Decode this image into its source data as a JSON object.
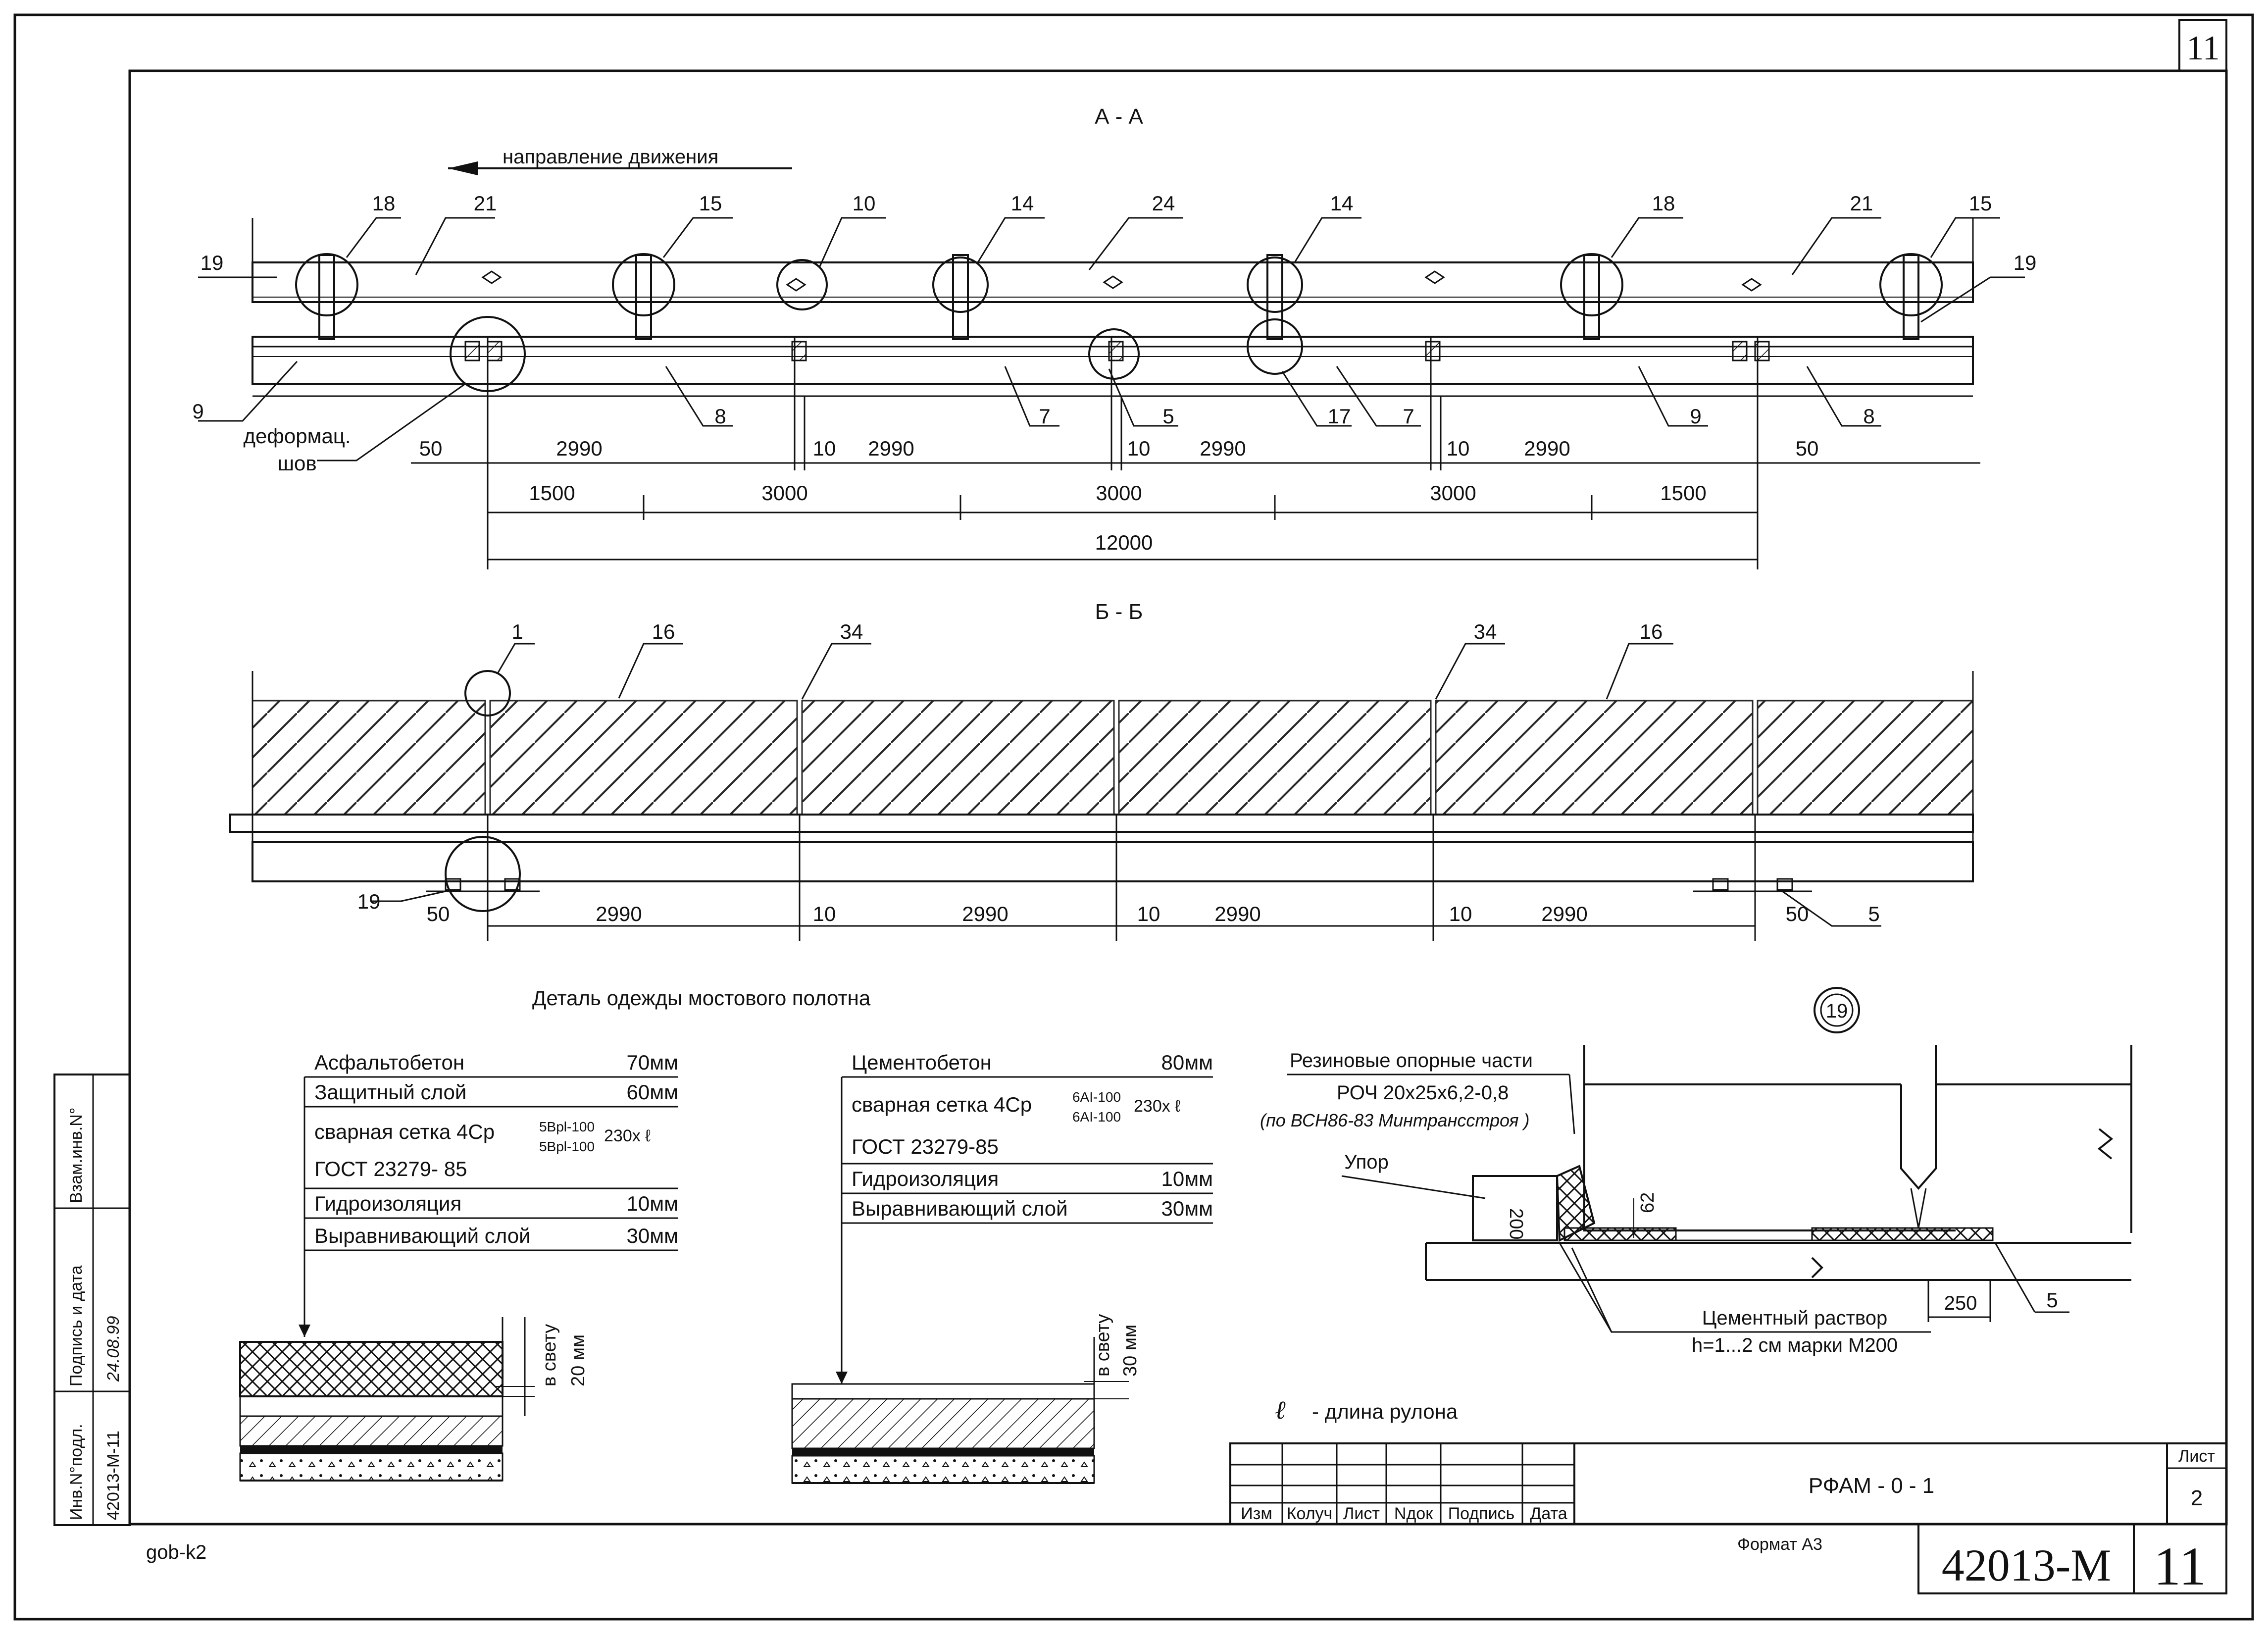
{
  "sheet_corner": "11",
  "sections": {
    "aa_title": "А - А",
    "bb_title": "Б - Б",
    "direction": "направление движения"
  },
  "aa_callouts": [
    "18",
    "21",
    "15",
    "10",
    "14",
    "24",
    "14",
    "18",
    "21",
    "15",
    "19",
    "19",
    "9",
    "8",
    "7",
    "5",
    "17",
    "7",
    "9",
    "8"
  ],
  "joint_label": [
    "деформац.",
    "шов"
  ],
  "aa_dims_row1": [
    "50",
    "2990",
    "10",
    "2990",
    "10",
    "2990",
    "10",
    "2990",
    "50"
  ],
  "aa_dims_row2": [
    "1500",
    "3000",
    "3000",
    "3000",
    "1500"
  ],
  "aa_dim_total": "12000",
  "bb_callouts": [
    "1",
    "16",
    "34",
    "34",
    "16",
    "19",
    "5"
  ],
  "bb_dims": [
    "50",
    "2990",
    "10",
    "2990",
    "10",
    "2990",
    "10",
    "2990",
    "50"
  ],
  "detail_title": "Деталь одежды мостового полотна",
  "left_layers": [
    {
      "name": "Асфальтобетон",
      "value": "70мм"
    },
    {
      "name": "Защитный слой",
      "value": "60мм"
    },
    {
      "name": "сварная сетка 4Ср",
      "frac_top": "5Bpl-100",
      "frac_bot": "5Bpl-100",
      "suffix": "230x ℓ"
    },
    {
      "name": "ГОСТ 23279- 85",
      "value": ""
    },
    {
      "name": "Гидроизоляция",
      "value": "10мм"
    },
    {
      "name": "Выравнивающий слой",
      "value": "30мм"
    }
  ],
  "left_clearance": [
    "в свету",
    "20 мм"
  ],
  "right_layers": [
    {
      "name": "Цементобетон",
      "value": "80мм"
    },
    {
      "name": "сварная сетка 4Ср",
      "frac_top": "6AI-100",
      "frac_bot": "6AI-100",
      "suffix": "230x ℓ"
    },
    {
      "name": "ГОСТ 23279-85",
      "value": ""
    },
    {
      "name": "Гидроизоляция",
      "value": "10мм"
    },
    {
      "name": "Выравнивающий слой",
      "value": "30мм"
    }
  ],
  "right_clearance": [
    "в свету",
    "30 мм"
  ],
  "node19": {
    "marker": "19",
    "bearing_title": "Резиновые опорные части",
    "bearing_line1": "РОЧ 20x25x6,2-0,8",
    "bearing_line2": "(по ВСН86-83 Минтрансстроя )",
    "stop": "Упор",
    "dim_200": "200",
    "dim_62": "62",
    "dim_250": "250",
    "ref_5": "5",
    "mortar1": "Цементный раствор",
    "mortar2": "h=1...2 см марки М200"
  },
  "legend": {
    "symbol": "ℓ",
    "text": "- длина рулона"
  },
  "side_stamp": {
    "col1": "Инв.N°подл.",
    "col1_val": "42013-М-11",
    "col2": "Подпись и дата",
    "col2_val": "24.08.99",
    "col3": "Взам.инв.N°"
  },
  "title_block": {
    "headers": [
      "Изм",
      "Колуч",
      "Лист",
      "Nдок",
      "Подпись",
      "Дата"
    ],
    "title": "РФАМ - 0 - 1",
    "sheet_label": "Лист",
    "sheet_no": "2",
    "format": "Формат А3",
    "doc_no": "42013-М",
    "doc_sheet": "11"
  },
  "author": "gob-k2"
}
